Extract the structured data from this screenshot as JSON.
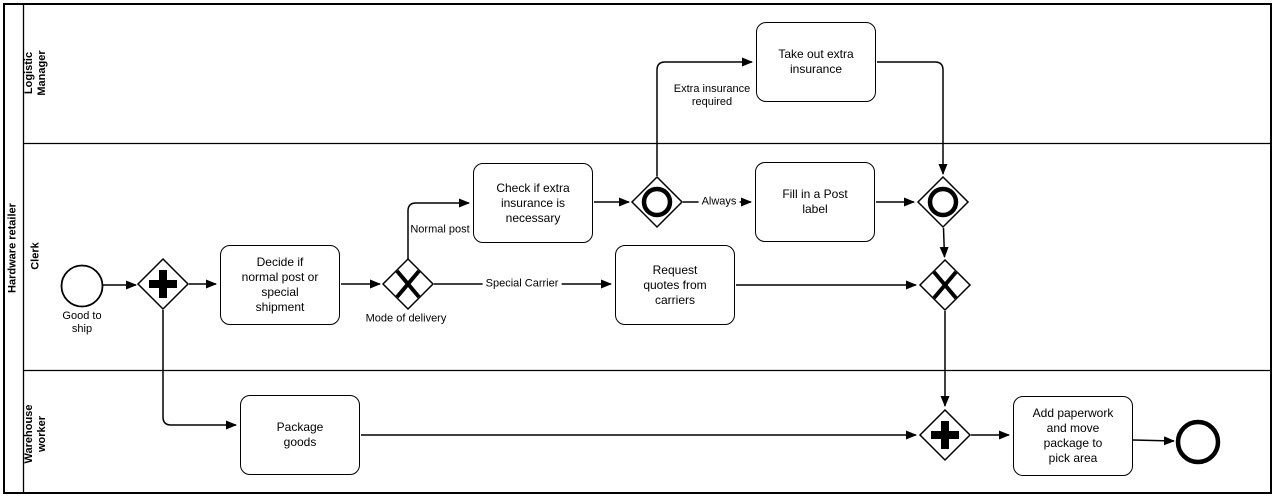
{
  "diagram": {
    "type": "bpmn-process",
    "pool": {
      "label": "Hardware retailer"
    },
    "lanes": [
      {
        "label": "Logistic\nManager"
      },
      {
        "label": "Clerk"
      },
      {
        "label": "Warehouse\nworker"
      }
    ]
  },
  "nodes": {
    "start_event": {
      "type": "start-event",
      "label": "Good to\nship"
    },
    "gateway_parallel_split": {
      "type": "parallel-gateway"
    },
    "task_decide": {
      "type": "task",
      "label": "Decide if\nnormal post or\nspecial\nshipment"
    },
    "gateway_mode": {
      "type": "exclusive-gateway",
      "label": "Mode of delivery"
    },
    "task_check": {
      "type": "task",
      "label": "Check if extra\ninsurance is\nnecessary"
    },
    "gateway_inclusive_split": {
      "type": "inclusive-gateway"
    },
    "task_insurance": {
      "type": "task",
      "label": "Take out extra\ninsurance"
    },
    "task_postlabel": {
      "type": "task",
      "label": "Fill in a Post\nlabel"
    },
    "gateway_inclusive_join": {
      "type": "inclusive-gateway"
    },
    "task_request": {
      "type": "task",
      "label": "Request\nquotes from\ncarriers"
    },
    "gateway_exclusive_join": {
      "type": "exclusive-gateway"
    },
    "task_package": {
      "type": "task",
      "label": "Package\ngoods"
    },
    "gateway_parallel_join": {
      "type": "parallel-gateway"
    },
    "task_paperwork": {
      "type": "task",
      "label": "Add paperwork\nand move\npackage to\npick area"
    },
    "end_event": {
      "type": "end-event"
    }
  },
  "flow_labels": {
    "normal_post": "Normal post",
    "special_carrier": "Special Carrier",
    "always": "Always",
    "extra_insurance_required": "Extra insurance\nrequired"
  },
  "colors": {
    "stroke": "#000000",
    "fill": "#ffffff"
  }
}
